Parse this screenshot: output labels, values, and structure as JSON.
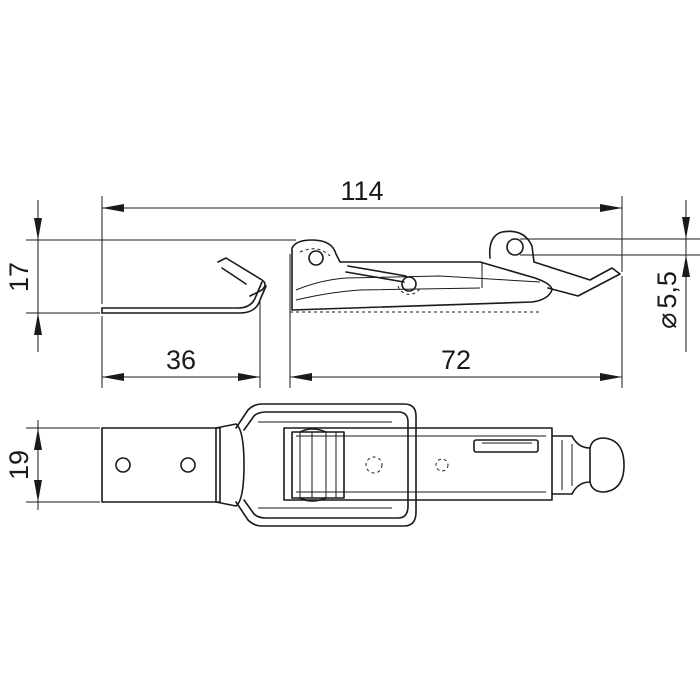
{
  "drawing": {
    "dimensions": {
      "overall_length": "114",
      "height": "17",
      "diameter": "5,5",
      "left_length": "36",
      "right_length": "72",
      "width": "19"
    },
    "diameter_symbol": "⌀"
  }
}
